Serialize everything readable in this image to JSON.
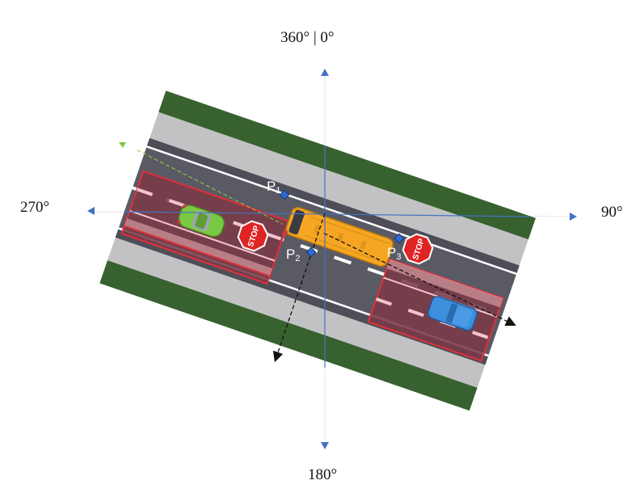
{
  "compass": {
    "north_label": "360° | 0°",
    "east_label": "90°",
    "south_label": "180°",
    "west_label": "270°",
    "axis_color": "#4472c4"
  },
  "points": [
    {
      "id": "P1",
      "label": "P",
      "sub": "1"
    },
    {
      "id": "P2",
      "label": "P",
      "sub": "2"
    },
    {
      "id": "P3",
      "label": "P",
      "sub": "3"
    }
  ],
  "signs": [
    {
      "id": "stop-left",
      "text": "STOP"
    },
    {
      "id": "stop-right",
      "text": "STOP"
    }
  ],
  "vehicles": [
    {
      "id": "school-bus",
      "color": "#f5a623"
    },
    {
      "id": "green-car",
      "color": "#7ac943"
    },
    {
      "id": "blue-car",
      "color": "#3d8fdc"
    }
  ],
  "colors": {
    "grass": "#386130",
    "sidewalk": "#c2c2c4",
    "asphalt": "#5a5a65",
    "zone_fill": "#7a3a48",
    "zone_border": "#e0303a",
    "marker": "#2f6ad0"
  }
}
